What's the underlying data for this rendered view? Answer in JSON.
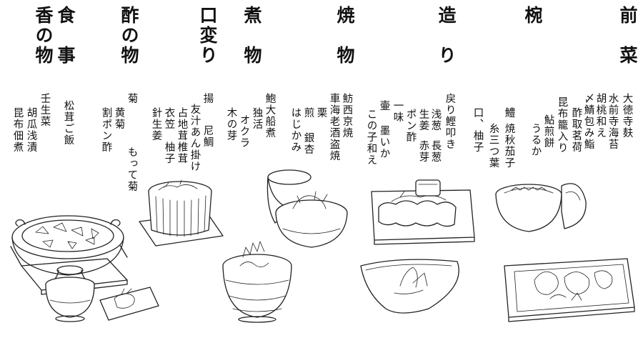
{
  "menu": {
    "courses": [
      {
        "title": "前　菜",
        "items": [
          "大徳寺麸",
          "水前寺海苔",
          "胡桃和え",
          "〆鯖包み鮨",
          "酢取茗荷",
          "昆布籠入り",
          "鮎煎餅",
          "うるか"
        ]
      },
      {
        "title": "椀",
        "items": [
          "鱧",
          "焼秋茄子",
          "糸三つ葉",
          "口、柚子"
        ]
      },
      {
        "title": "造　り",
        "items": [
          "戻り鰹叩き",
          "浅葱",
          "生姜",
          "ポン酢",
          "長葱",
          "赤芽",
          "一味",
          "壷",
          "墨いか",
          "この子和え"
        ]
      },
      {
        "title": "焼　物",
        "items": [
          "魴西京焼",
          "車海老酒盗焼",
          "栗",
          "煎",
          "はじかみ",
          "銀杏"
        ]
      },
      {
        "title": "煮　物",
        "items": [
          "鮑大船煮",
          "独活",
          "オクラ",
          "木の芽"
        ]
      },
      {
        "title": "口変り",
        "items": [
          "揚",
          "友汁あん掛け",
          "尼鯛",
          "占地茸",
          "椎茸",
          "衣笠",
          "柚子",
          "針生姜"
        ]
      },
      {
        "title": "酢の物",
        "items": [
          "菊",
          "もって菊",
          "黄菊",
          "割ポン酢"
        ]
      },
      {
        "title": "食　事",
        "items": [
          "松茸ご飯"
        ]
      },
      {
        "title": "香の物",
        "items": [
          "壬生菜",
          "胡瓜浅漬",
          "昆布佃煮"
        ]
      }
    ]
  }
}
